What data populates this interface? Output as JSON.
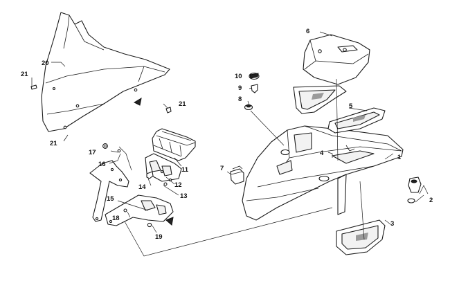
{
  "diagram": {
    "callouts": [
      {
        "id": "1",
        "label": "1"
      },
      {
        "id": "2",
        "label": "2"
      },
      {
        "id": "3",
        "label": "3"
      },
      {
        "id": "4",
        "label": "4"
      },
      {
        "id": "5",
        "label": "5"
      },
      {
        "id": "6",
        "label": "6"
      },
      {
        "id": "7",
        "label": "7"
      },
      {
        "id": "8",
        "label": "8"
      },
      {
        "id": "9",
        "label": "9"
      },
      {
        "id": "10",
        "label": "10"
      },
      {
        "id": "11",
        "label": "11"
      },
      {
        "id": "12",
        "label": "12"
      },
      {
        "id": "13",
        "label": "13"
      },
      {
        "id": "14",
        "label": "14"
      },
      {
        "id": "15",
        "label": "15"
      },
      {
        "id": "16",
        "label": "16"
      },
      {
        "id": "17",
        "label": "17"
      },
      {
        "id": "18",
        "label": "18"
      },
      {
        "id": "19",
        "label": "19"
      },
      {
        "id": "20",
        "label": "20"
      },
      {
        "id": "21a",
        "label": "21"
      },
      {
        "id": "21b",
        "label": "21"
      },
      {
        "id": "21c",
        "label": "21"
      }
    ]
  }
}
